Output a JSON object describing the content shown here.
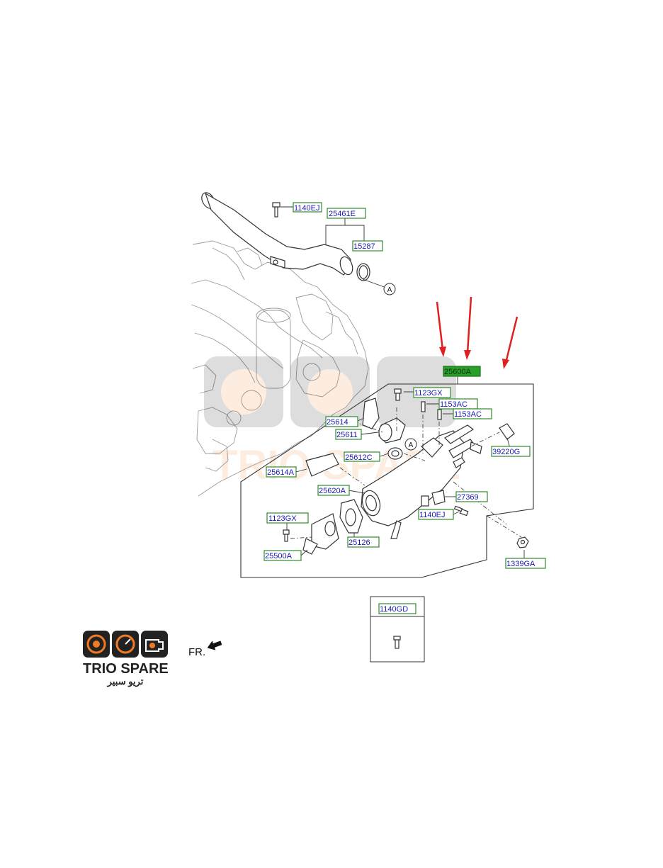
{
  "parts": [
    {
      "id": "p1140EJ_top",
      "label": "1140EJ"
    },
    {
      "id": "p25461E",
      "label": "25461E"
    },
    {
      "id": "p15287",
      "label": "15287"
    },
    {
      "id": "p25600A",
      "label": "25600A",
      "highlight": true
    },
    {
      "id": "p1123GX_top",
      "label": "1123GX"
    },
    {
      "id": "p1153AC_a",
      "label": "1153AC"
    },
    {
      "id": "p1153AC_b",
      "label": "1153AC"
    },
    {
      "id": "p25614",
      "label": "25614"
    },
    {
      "id": "p25611",
      "label": "25611"
    },
    {
      "id": "p39220G",
      "label": "39220G"
    },
    {
      "id": "p25612C",
      "label": "25612C"
    },
    {
      "id": "p25614A",
      "label": "25614A"
    },
    {
      "id": "p25620A",
      "label": "25620A"
    },
    {
      "id": "p27369",
      "label": "27369"
    },
    {
      "id": "p1140EJ_bottom",
      "label": "1140EJ"
    },
    {
      "id": "p1123GX_bottom",
      "label": "1123GX"
    },
    {
      "id": "p25126",
      "label": "25126"
    },
    {
      "id": "p25500A",
      "label": "25500A"
    },
    {
      "id": "p1339GA",
      "label": "1339GA"
    },
    {
      "id": "p1140GD",
      "label": "1140GD"
    }
  ],
  "reference_markers": {
    "top": "A",
    "middle": "A"
  },
  "direction_label": "FR.",
  "brand": {
    "name_en": "TRIO SPARE",
    "name_ar": "تريو سبير",
    "colors": {
      "dark": "#222222",
      "accent": "#f07b22"
    }
  },
  "annotation_arrow_color": "#e02020"
}
